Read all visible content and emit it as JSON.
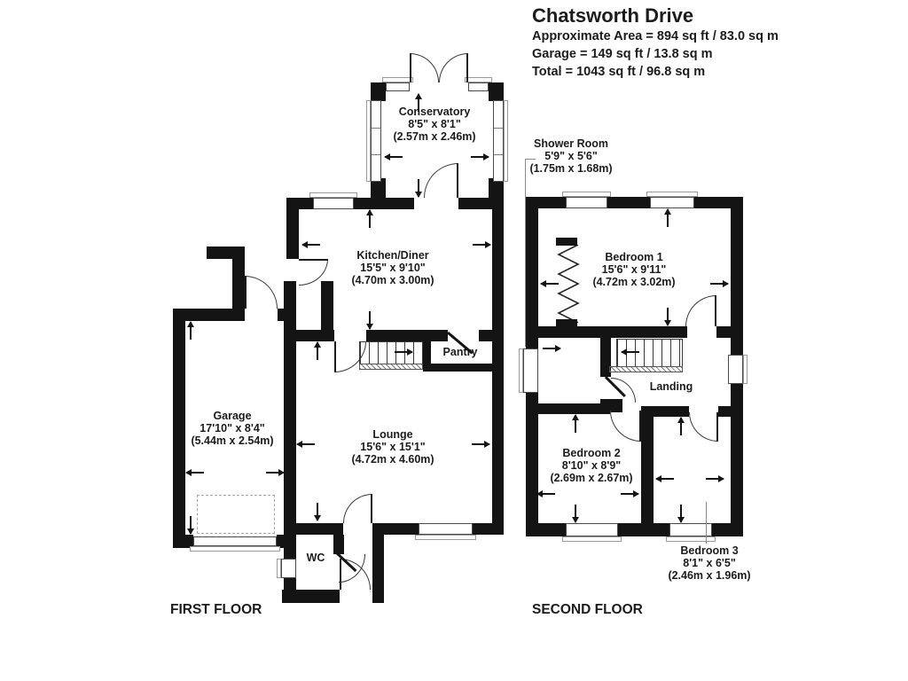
{
  "header": {
    "title": "Chatsworth Drive",
    "area_lines": [
      "Approximate Area = 894 sq ft / 83.0 sq m",
      "Garage = 149 sq ft / 13.8 sq m",
      "Total = 1043 sq ft / 96.8 sq m"
    ]
  },
  "floors": {
    "first": "FIRST FLOOR",
    "second": "SECOND FLOOR"
  },
  "rooms": {
    "conservatory": {
      "name": "Conservatory",
      "imperial": "8'5\" x 8'1\"",
      "metric": "(2.57m x 2.46m)"
    },
    "kitchen": {
      "name": "Kitchen/Diner",
      "imperial": "15'5\" x 9'10\"",
      "metric": "(4.70m x 3.00m)"
    },
    "pantry": {
      "name": "Pantry"
    },
    "lounge": {
      "name": "Lounge",
      "imperial": "15'6\" x 15'1\"",
      "metric": "(4.72m x 4.60m)"
    },
    "garage": {
      "name": "Garage",
      "imperial": "17'10\" x 8'4\"",
      "metric": "(5.44m x 2.54m)"
    },
    "wc": {
      "name": "WC"
    },
    "shower": {
      "name": "Shower Room",
      "imperial": "5'9\" x 5'6\"",
      "metric": "(1.75m x 1.68m)"
    },
    "bedroom1": {
      "name": "Bedroom 1",
      "imperial": "15'6\" x 9'11\"",
      "metric": "(4.72m x 3.02m)"
    },
    "landing": {
      "name": "Landing"
    },
    "bedroom2": {
      "name": "Bedroom 2",
      "imperial": "8'10\" x 8'9\"",
      "metric": "(2.69m x 2.67m)"
    },
    "bedroom3": {
      "name": "Bedroom 3",
      "imperial": "8'1\" x 6'5\"",
      "metric": "(2.46m x 1.96m)"
    }
  }
}
